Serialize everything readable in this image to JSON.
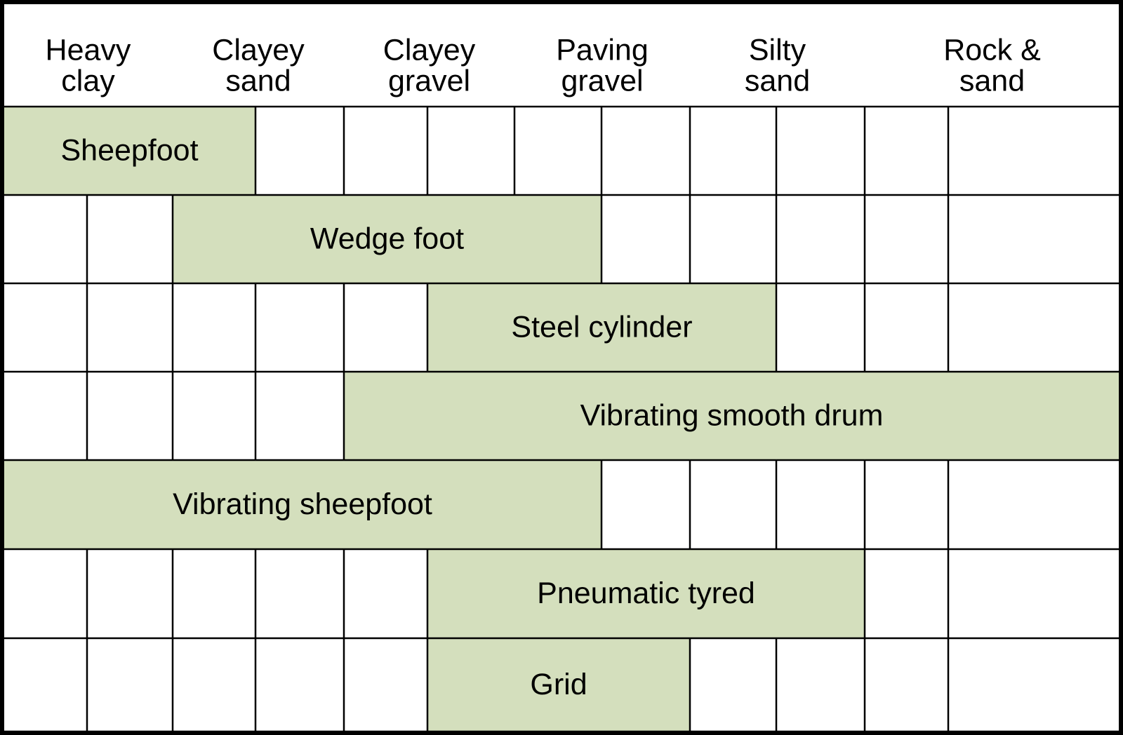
{
  "colors": {
    "bar_fill": "#d4dfbd",
    "grid_line": "#000000",
    "background": "#ffffff",
    "text": "#000000"
  },
  "columns": [
    [
      "Heavy",
      "clay"
    ],
    [
      "Clayey",
      "sand"
    ],
    [
      "Clayey",
      "gravel"
    ],
    [
      "Paving",
      "gravel"
    ],
    [
      "Silty",
      "sand"
    ],
    [
      "Rock &",
      "sand"
    ]
  ],
  "rollers": [
    {
      "label": "Sheepfoot",
      "start": 0,
      "end": 1.5
    },
    {
      "label": "Wedge foot",
      "start": 1.0,
      "end": 3.5
    },
    {
      "label": "Steel cylinder",
      "start": 2.5,
      "end": 4.5
    },
    {
      "label": "Vibrating smooth drum",
      "start": 2.0,
      "end": 6.0
    },
    {
      "label": "Vibrating sheepfoot",
      "start": 0,
      "end": 3.5
    },
    {
      "label": "Pneumatic tyred",
      "start": 2.5,
      "end": 5.0
    },
    {
      "label": "Grid",
      "start": 2.5,
      "end": 4.0
    }
  ]
}
